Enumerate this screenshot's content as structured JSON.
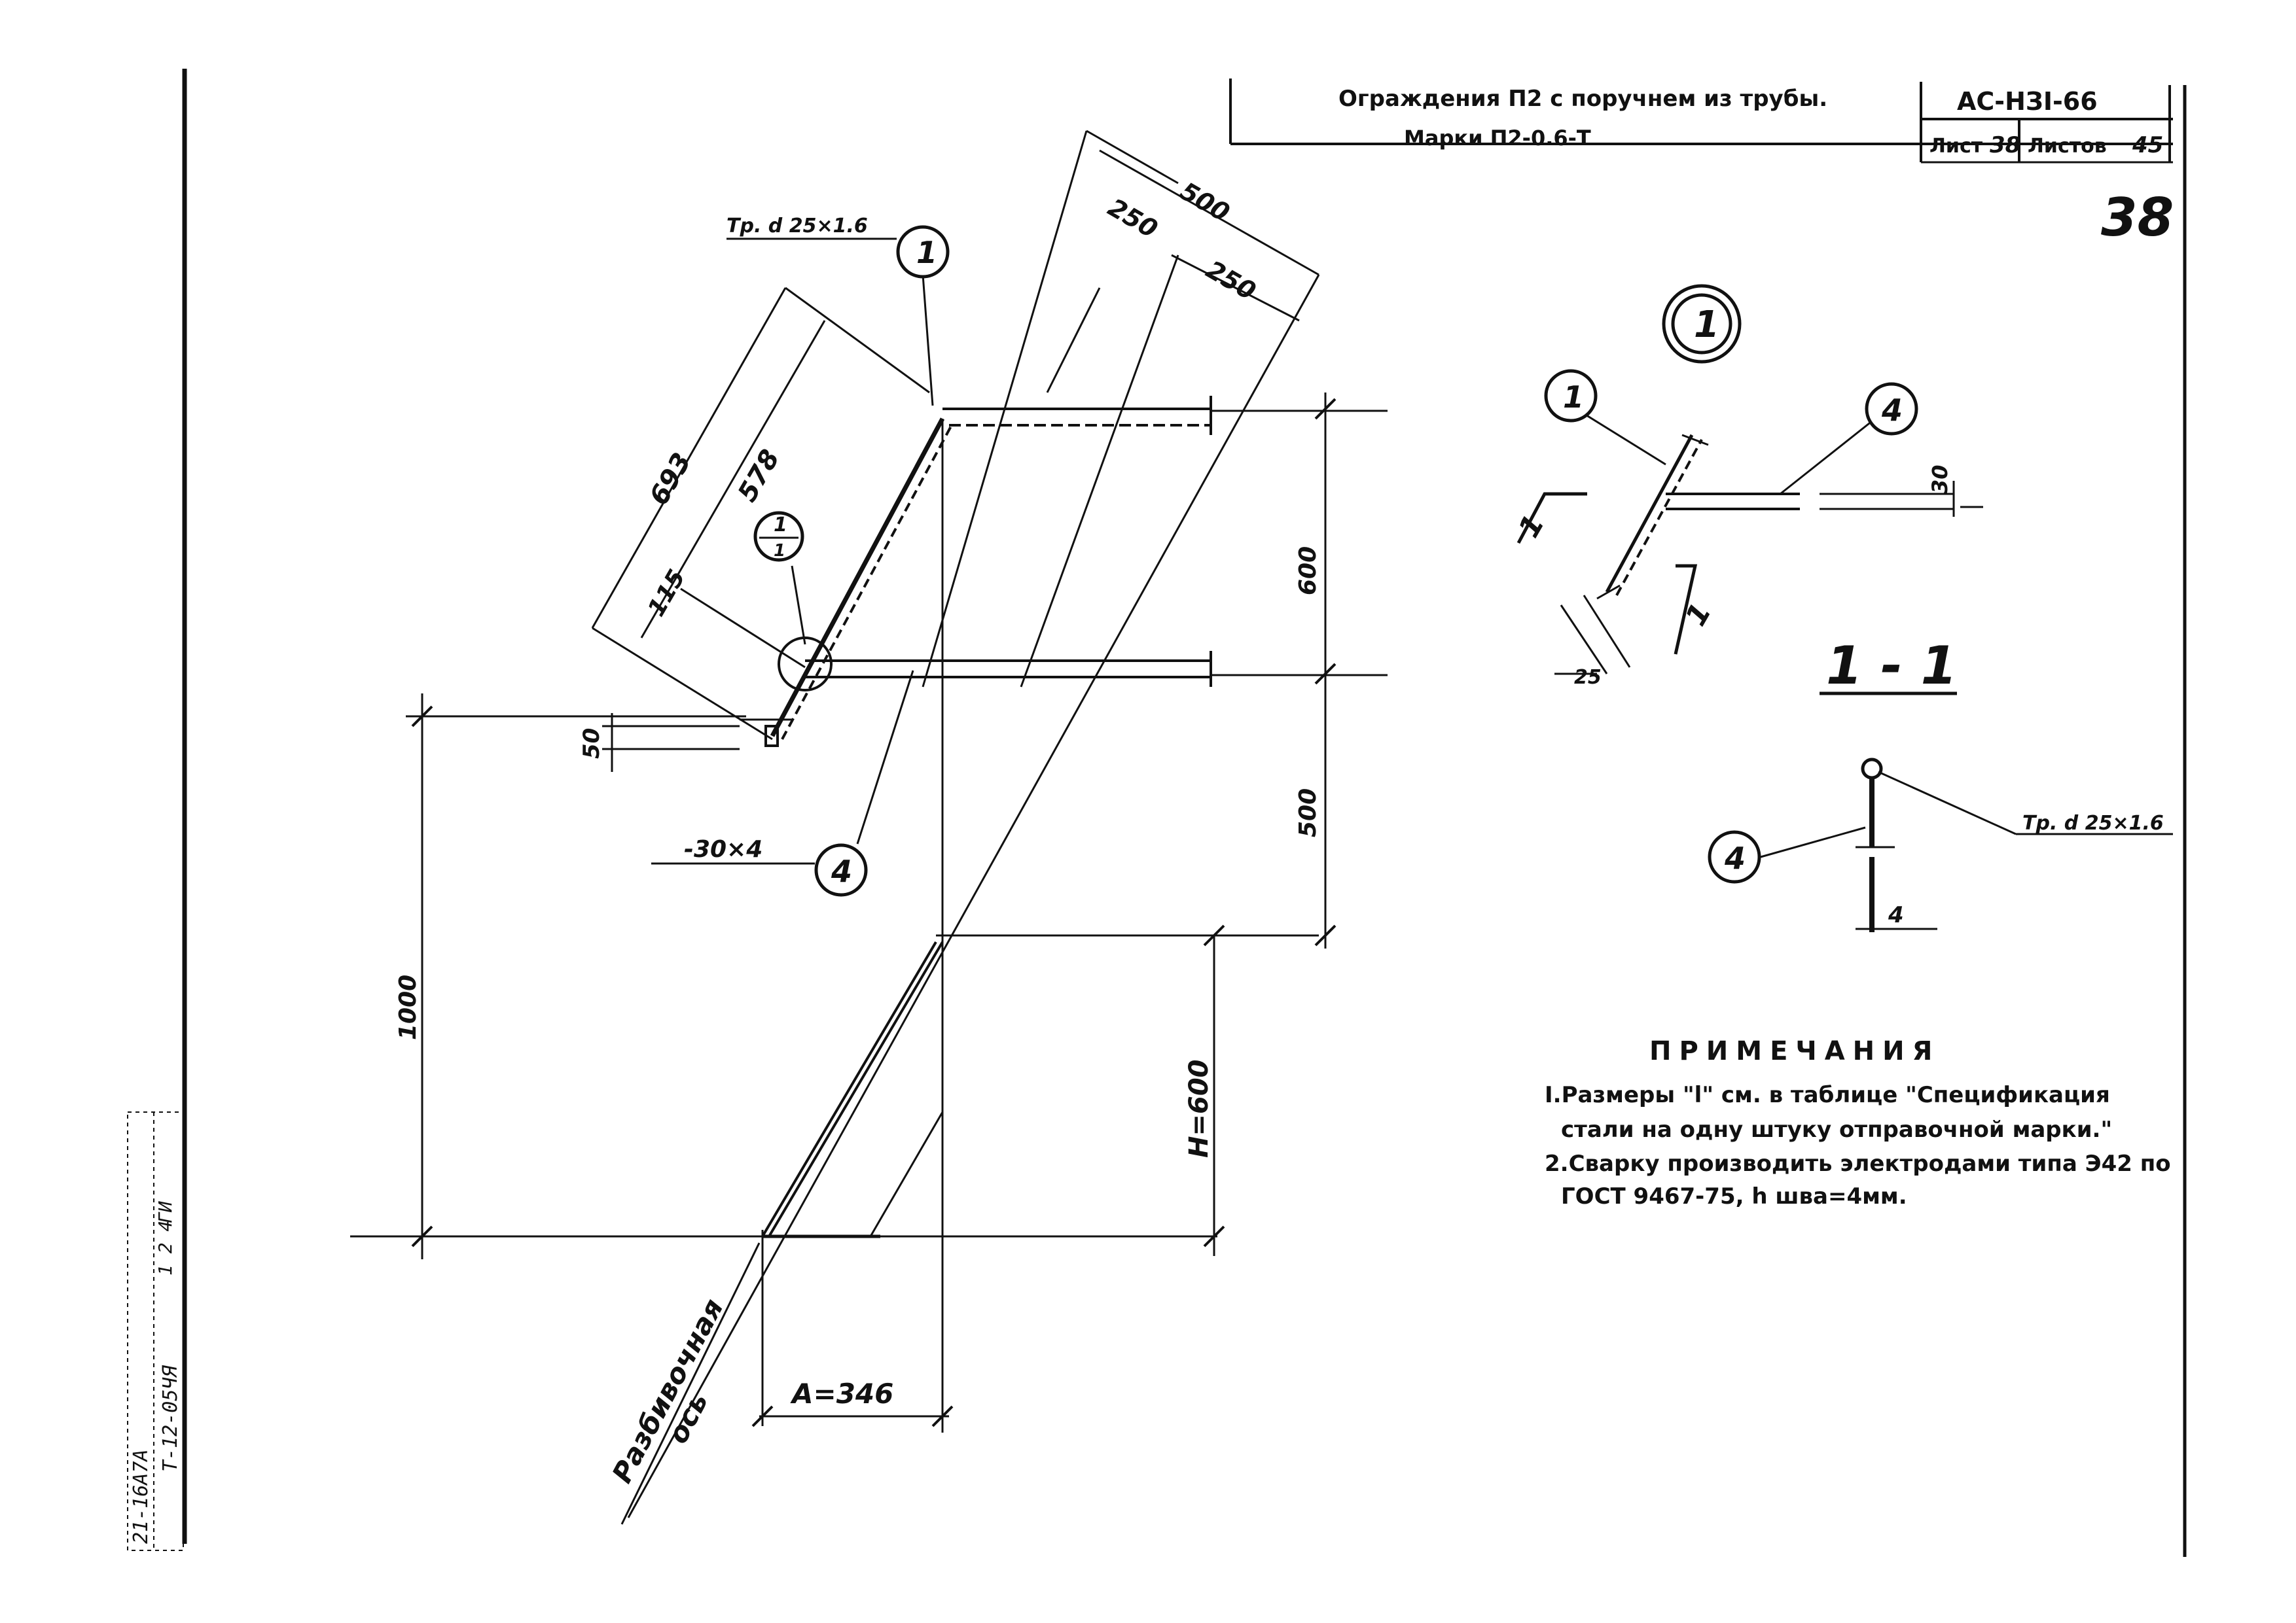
{
  "title_block": {
    "title_line1": "Ограждения П2 с поручнем из трубы.",
    "title_line2": "Марки П2-0.6-Т",
    "doc_code": "АС-НЗI-66",
    "sheet_label": "Лист",
    "sheet_number": "38",
    "sheets_label": "Листов",
    "sheets_total": "45",
    "handwritten_page": "38"
  },
  "main_view": {
    "pipe_spec": "Тр. d 25×1.6",
    "strip_spec": "-30×4",
    "mark_pipe": "1",
    "mark_strip": "4",
    "section_mark_top": "1",
    "section_mark_bottom": "1",
    "dim_500_top": "500",
    "dim_250_a": "250",
    "dim_250_b": "250",
    "dim_693": "693",
    "dim_578": "578",
    "dim_115": "115",
    "dim_50": "50",
    "dim_600": "600",
    "dim_500_right": "500",
    "dim_1000": "1000",
    "dim_h": "Н=600",
    "dim_a": "А=346",
    "axis_line1": "Разбивочная",
    "axis_line2": "ось"
  },
  "section_view": {
    "detail_mark": "1",
    "mark_pipe": "1",
    "mark_strip": "4",
    "dim_30": "30",
    "dim_25": "25",
    "cut_mark_left": "1",
    "cut_mark_right": "1",
    "section_title": "1 - 1",
    "mark_strip_2": "4",
    "dim_4": "4",
    "pipe_spec_2": "Тр. d 25×1.6"
  },
  "notes": {
    "heading": "ПРИМЕЧАНИЯ",
    "line1": "I.Размеры \"l\" см. в таблице \"Спецификация",
    "line2": "стали на одну штуку отправочной марки.\"",
    "line3": "2.Сварку производить электродами типа Э42  по",
    "line4": "ГОСТ 9467-75, h шва=4мм."
  },
  "margin_stamp": {
    "line1": "1 2 4",
    "line2": "ГИ",
    "line3": "21-16А7А",
    "line4": "Т-12-05ЧЯ"
  }
}
